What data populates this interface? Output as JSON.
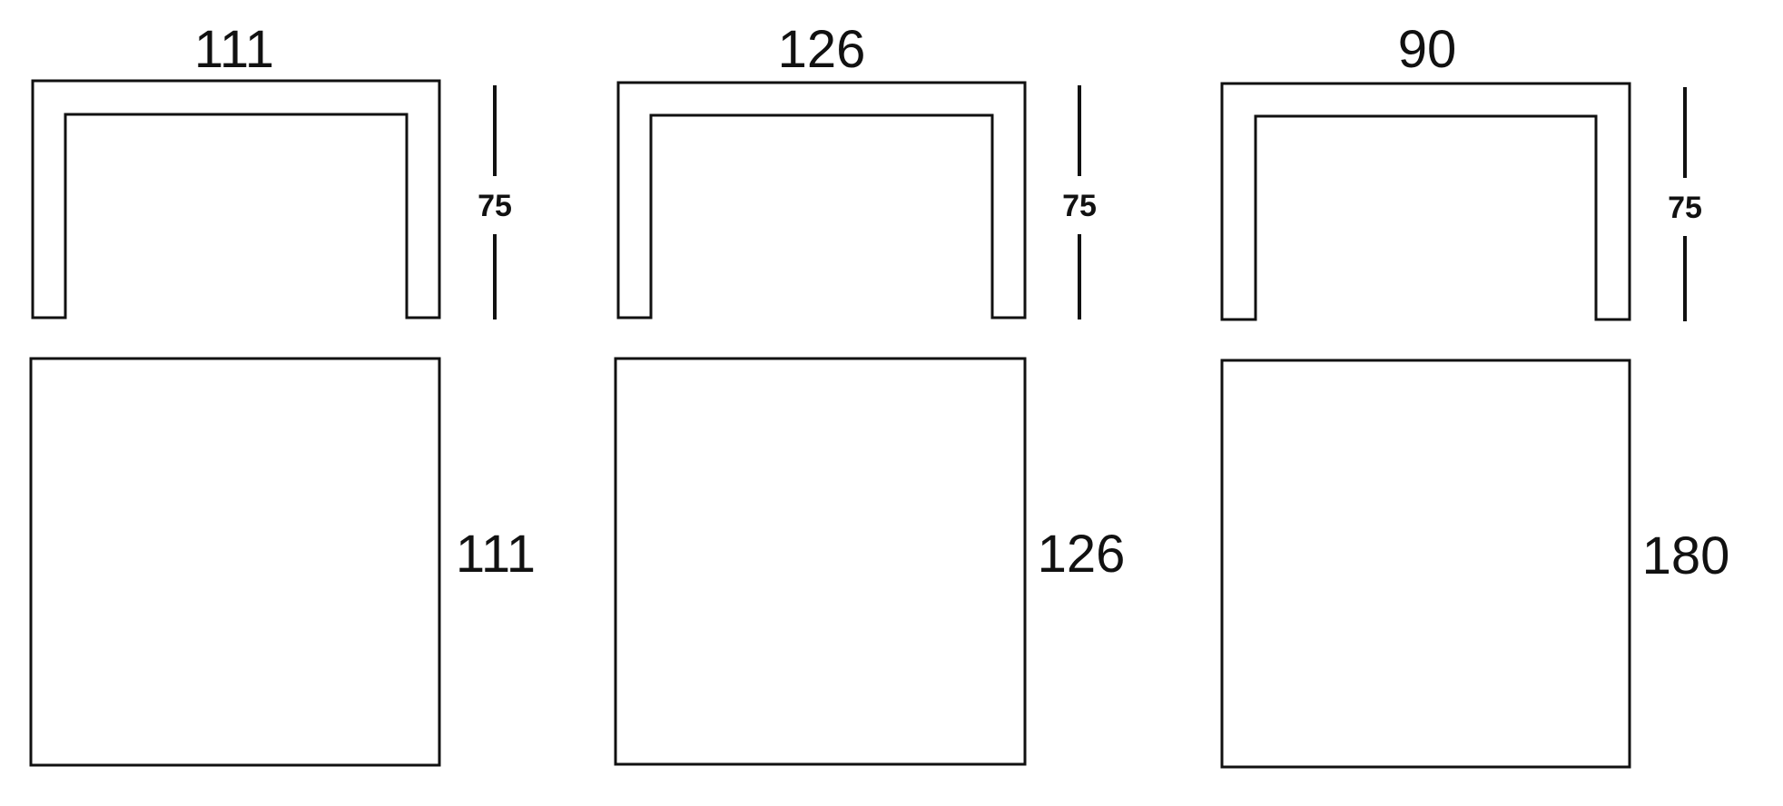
{
  "tables": [
    {
      "width_label": "111",
      "height_label": "75",
      "depth_label": "111"
    },
    {
      "width_label": "126",
      "height_label": "75",
      "depth_label": "126"
    },
    {
      "width_label": "90",
      "height_label": "75",
      "depth_label": "180"
    }
  ],
  "colors": {
    "line": "#111111",
    "background": "#ffffff"
  }
}
